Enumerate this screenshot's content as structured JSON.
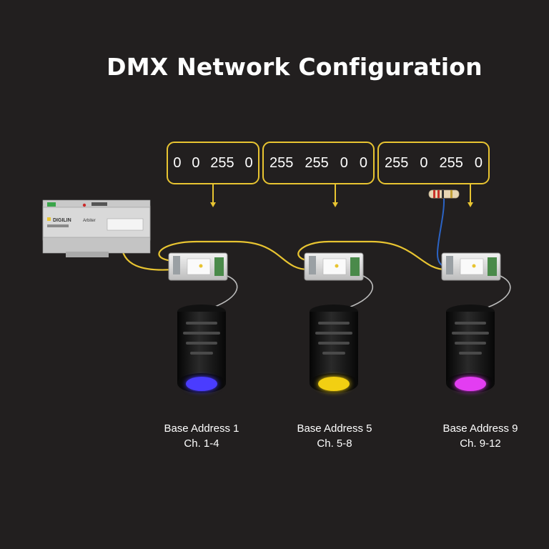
{
  "title": "DMX Network Configuration",
  "colors": {
    "background": "#221f1f",
    "accent_yellow": "#e8c431",
    "cable_blue": "#2b63c4",
    "lamp_blue": "#4a3cff",
    "lamp_yellow": "#f2cf12",
    "lamp_magenta": "#e33df2"
  },
  "controller": {
    "brand": "DIGILIN",
    "model": "Arbiter",
    "icon": "dmx-controller-icon"
  },
  "channel_boxes": [
    {
      "values": [
        "0",
        "0",
        "255",
        "0"
      ]
    },
    {
      "values": [
        "255",
        "255",
        "0",
        "0"
      ]
    },
    {
      "values": [
        "255",
        "0",
        "255",
        "0"
      ]
    }
  ],
  "fixtures": [
    {
      "base_address": "Base Address 1",
      "channels": "Ch. 1-4",
      "lamp_color": "#4a3cff"
    },
    {
      "base_address": "Base Address 5",
      "channels": "Ch. 5-8",
      "lamp_color": "#f2cf12"
    },
    {
      "base_address": "Base Address 9",
      "channels": "Ch. 9-12",
      "lamp_color": "#e33df2"
    }
  ],
  "terminator": {
    "icon": "terminator-resistor-icon"
  }
}
